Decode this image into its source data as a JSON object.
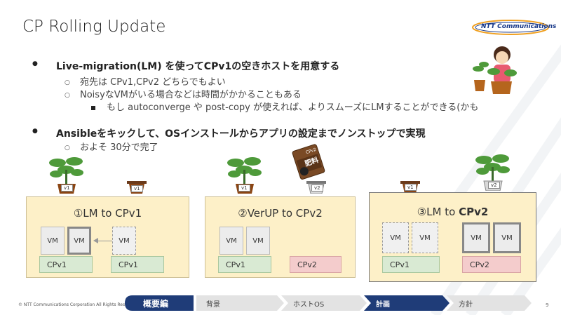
{
  "slide": {
    "title": "CP Rolling Update",
    "logo_text": "NTT Communications",
    "bullets": [
      {
        "text": "Live-migration(LM) を使ってCPv1の空きホストを用意する"
      },
      {
        "text": "宛先は CPv1,CPv2 どちらでもよい"
      },
      {
        "text": "NoisyなVMがいる場合などは時間がかかることもある"
      },
      {
        "text": "もし autoconverge や post-copy が使えれば、よりスムーズにLMすることができる(かも"
      },
      {
        "text": "Ansibleをキックして、OSインストールからアプリの設定までノンストップで実現"
      },
      {
        "text": "およそ 30分で完了"
      }
    ],
    "panels": [
      {
        "title": "①LM to CPv1",
        "vm_label": "VM",
        "host1": "CPv1",
        "host2": "CPv1"
      },
      {
        "title": "②VerUP to CPv2",
        "vm_label": "VM",
        "host1": "CPv1",
        "host2": "CPv2"
      },
      {
        "title_prefix": "③LM to ",
        "title_bold": "CPv2",
        "vm_label": "VM",
        "host1": "CPv1",
        "host2": "CPv2"
      }
    ],
    "pot_tags": {
      "v1": "v1",
      "v2": "v2"
    },
    "fertilizer": {
      "top": "CPv2",
      "main": "肥料"
    },
    "footer": {
      "copyright": "© NTT Communications Corporation All Rights Reserved.",
      "page": "9"
    },
    "nav": [
      {
        "label": "概要編"
      },
      {
        "label": "背景"
      },
      {
        "label": "ホストOS"
      },
      {
        "label": "計画"
      },
      {
        "label": "方針"
      }
    ],
    "colors": {
      "panel_bg": "#fdf0c8",
      "cpv1_host": "#d9ead3",
      "cpv2_host": "#f4cccc",
      "nav_active": "#1f3c78"
    }
  }
}
